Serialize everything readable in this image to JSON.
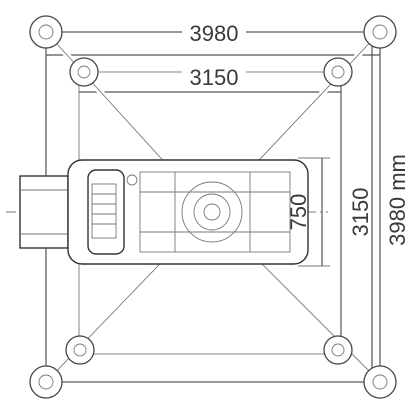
{
  "dimensions": {
    "outer_width": "3980",
    "inner_width": "3150",
    "center_height": "750",
    "inner_height": "3150",
    "outer_height": "3980 mm"
  }
}
